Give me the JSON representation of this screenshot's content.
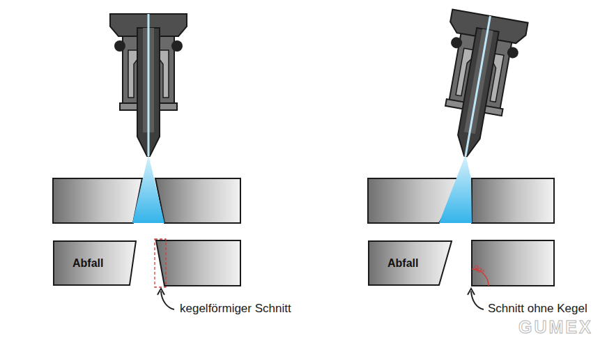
{
  "diagram": {
    "nodes": [
      {
        "text": [
          "Abfall"
        ]
      },
      {
        "text": [
          "Abfall"
        ]
      }
    ],
    "labels": [
      "kegelförmiger Schnitt",
      "90°",
      "Schnitt ohne Kegel",
      "GUMEX"
    ]
  }
}
